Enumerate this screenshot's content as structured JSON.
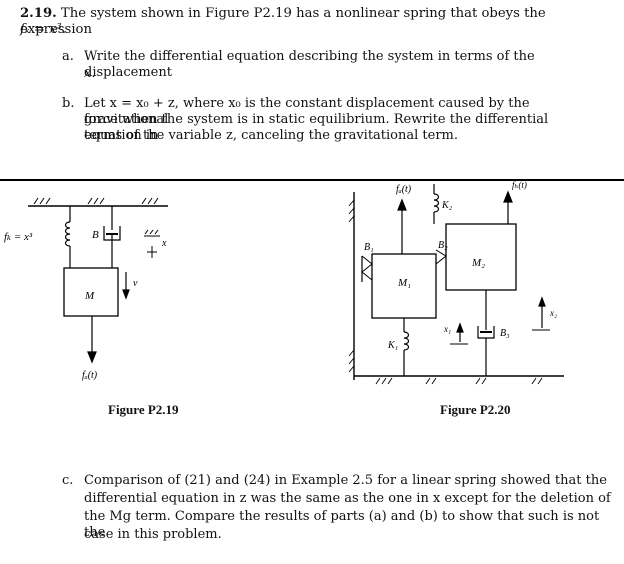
{
  "problem": {
    "number": "2.19.",
    "intro": "The system shown in Figure P2.19 has a nonlinear spring that obeys the expression",
    "expr": "fₖ = x³.",
    "items": [
      {
        "label": "a.",
        "line1": "Write the differential equation describing the system in terms of the displacement",
        "line2": "x."
      },
      {
        "label": "b.",
        "line1": "Let x = x₀ + z, where x₀ is the constant displacement caused by the gravitational",
        "line2": "force when the system is in static equilibrium. Rewrite the differential equation in",
        "line3": "terms of the variable z, canceling the gravitational term."
      },
      {
        "label": "c.",
        "line1": "Comparison of (21) and (24) in Example 2.5 for a linear spring showed that the",
        "line2": "differential equation in z was the same as the one in x except for the deletion of",
        "line3": "the Mg term. Compare the results of parts (a) and (b) to show that such is not the",
        "line4": "case in this problem."
      }
    ]
  },
  "fig19": {
    "caption": "Figure P2.19",
    "spring_label": "fₖ = x³",
    "damper_label": "B",
    "mass_label": "M",
    "x_label": "x",
    "v_label": "v",
    "force_label": "fₐ(t)"
  },
  "fig20": {
    "caption": "Figure P2.20",
    "fa_label": "fₐ(t)",
    "fb_label": "fₕ(t)",
    "B1": "B₁",
    "B2": "B₂",
    "B3": "B₃",
    "K1": "K₁",
    "K2": "K₂",
    "M1": "M₁",
    "M2": "M₂",
    "x1": "x₁",
    "x2": "x₂"
  }
}
